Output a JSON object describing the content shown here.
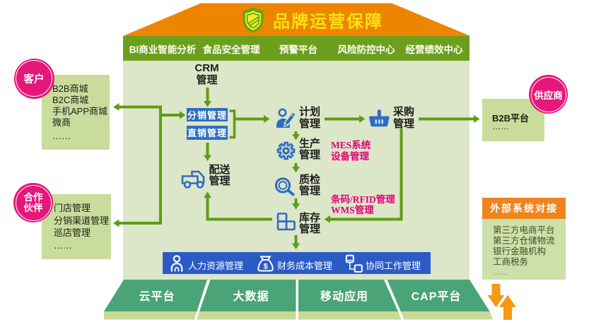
{
  "banner": {
    "title": "品牌运营保障",
    "icon": "shield-check-icon"
  },
  "roof_menu": {
    "items": [
      "BI商业智能分析",
      "食品安全管理",
      "预警平台",
      "风险防控中心",
      "经营绩效中心"
    ]
  },
  "left_side": {
    "customer_circle": "客户",
    "customer_box": {
      "items": [
        "B2B商城",
        "B2C商城",
        "手机APP商城",
        "微商",
        "……"
      ]
    },
    "partner_circle": [
      "合作",
      "伙伴"
    ],
    "partner_box": {
      "items": [
        "门店管理",
        "分销渠道管理",
        "巡店管理",
        "……"
      ]
    }
  },
  "right_side": {
    "supplier_circle": "供应商",
    "supplier_box": {
      "items": [
        "B2B平台",
        "……"
      ]
    },
    "external_box": {
      "title": "外部系统对接",
      "items": [
        "第三方电商平台",
        "第三方仓储物流",
        "银行金融机构",
        "工商税务"
      ],
      "more": "……"
    }
  },
  "flow": {
    "crm": [
      "CRM",
      "管理"
    ],
    "distribution": "分销管理",
    "direct_sales": "直销管理",
    "plan": [
      "计划",
      "管理"
    ],
    "purchase": [
      "采购",
      "管理"
    ],
    "production": [
      "生产",
      "管理"
    ],
    "quality": [
      "质检",
      "管理"
    ],
    "inventory": [
      "库存",
      "管理"
    ],
    "delivery": [
      "配送",
      "管理"
    ],
    "mes": [
      "MES系统",
      "设备管理"
    ],
    "wms": [
      "条码/RFID管理",
      "WMS管理"
    ]
  },
  "bottom_bar": {
    "items": [
      "人力资源管理",
      "财务成本管理",
      "协同工作管理"
    ]
  },
  "platforms": [
    "云平台",
    "大数据",
    "移动应用",
    "CAP平台"
  ],
  "colors": {
    "orange": "#ee8500",
    "olive_green": "#6d9f1e",
    "main_bg": "#dce6c8",
    "side_box": "#c9dc9b",
    "pink": "#e6177b",
    "blue": "#2e6ec0",
    "bar_blue": "#2c5bc6",
    "line_green": "#5f9c16",
    "platform_green": "#4aa478",
    "magenta": "#e5007d",
    "banner_yellow": "#f7e40c"
  }
}
